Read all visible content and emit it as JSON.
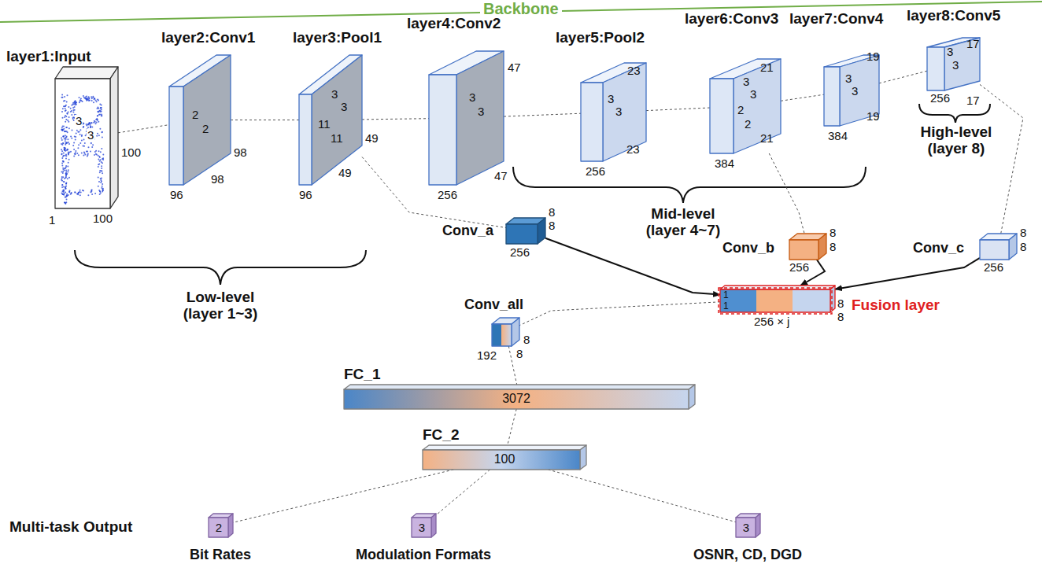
{
  "diagram": {
    "nodes": [
      {
        "text": [
          "layer1:Input",
          "3",
          "3",
          "100",
          "100",
          "1"
        ]
      },
      {
        "text": [
          "layer2:Conv1",
          "2",
          "2",
          "98",
          "98",
          "96"
        ]
      },
      {
        "text": [
          "layer3:Pool1",
          "3",
          "3",
          "49",
          "11",
          "11",
          "49",
          "96"
        ]
      },
      {
        "text": [
          "layer4:Conv2",
          "47",
          "3",
          "3",
          "47",
          "256"
        ]
      },
      {
        "text": [
          "layer5:Pool2",
          "23",
          "3",
          "3",
          "23",
          "256"
        ]
      },
      {
        "text": [
          "layer6:Conv3",
          "3",
          "3",
          "21",
          "2",
          "2",
          "21",
          "384"
        ]
      },
      {
        "text": [
          "layer7:Conv4",
          "3",
          "3",
          "19",
          "19",
          "384"
        ]
      },
      {
        "text": [
          "layer8:Conv5",
          "3",
          "3",
          "17",
          "17",
          "256"
        ]
      },
      {
        "text": [
          "Conv_a",
          "8",
          "8",
          "256"
        ]
      },
      {
        "text": [
          "Conv_b",
          "8",
          "8",
          "256"
        ]
      },
      {
        "text": [
          "Conv_c",
          "8",
          "8",
          "256"
        ]
      },
      {
        "text": [
          "Fusion layer",
          "1",
          "1",
          "8",
          "8",
          "256 × j"
        ]
      },
      {
        "text": [
          "Conv_all",
          "8",
          "8",
          "192"
        ]
      },
      {
        "text": [
          "FC_1",
          "3072"
        ]
      },
      {
        "text": [
          "FC_2",
          "100"
        ]
      },
      {
        "text": [
          "2",
          "Bit Rates"
        ]
      },
      {
        "text": [
          "3",
          "Modulation Formats"
        ]
      },
      {
        "text": [
          "3",
          "OSNR, CD, DGD"
        ]
      }
    ],
    "edges": [
      {
        "from": 0,
        "to": 1,
        "arrow": "none"
      },
      {
        "from": 1,
        "to": 2,
        "arrow": "none"
      },
      {
        "from": 2,
        "to": 3,
        "arrow": "none"
      },
      {
        "from": 3,
        "to": 4,
        "arrow": "none"
      },
      {
        "from": 4,
        "to": 5,
        "arrow": "none"
      },
      {
        "from": 5,
        "to": 6,
        "arrow": "none"
      },
      {
        "from": 6,
        "to": 7,
        "arrow": "none"
      },
      {
        "from": 2,
        "to": 8,
        "arrow": "none"
      },
      {
        "from": 5,
        "to": 9,
        "arrow": "none"
      },
      {
        "from": 7,
        "to": 10,
        "arrow": "none"
      },
      {
        "from": 8,
        "to": 11,
        "arrow": "to"
      },
      {
        "from": 9,
        "to": 11,
        "arrow": "to"
      },
      {
        "from": 10,
        "to": 11,
        "arrow": "to"
      },
      {
        "from": 11,
        "to": 12,
        "arrow": "none"
      },
      {
        "from": 12,
        "to": 13,
        "arrow": "none"
      },
      {
        "from": 13,
        "to": 14,
        "arrow": "none"
      },
      {
        "from": 14,
        "to": 15,
        "arrow": "none"
      },
      {
        "from": 14,
        "to": 16,
        "arrow": "none"
      },
      {
        "from": 14,
        "to": 17,
        "arrow": "none"
      }
    ],
    "labels": [
      "Backbone",
      "Low-level (layer 1~3)",
      "Mid-level (layer 4~7)",
      "High-level (layer 8)",
      "Multi-task Output"
    ]
  }
}
